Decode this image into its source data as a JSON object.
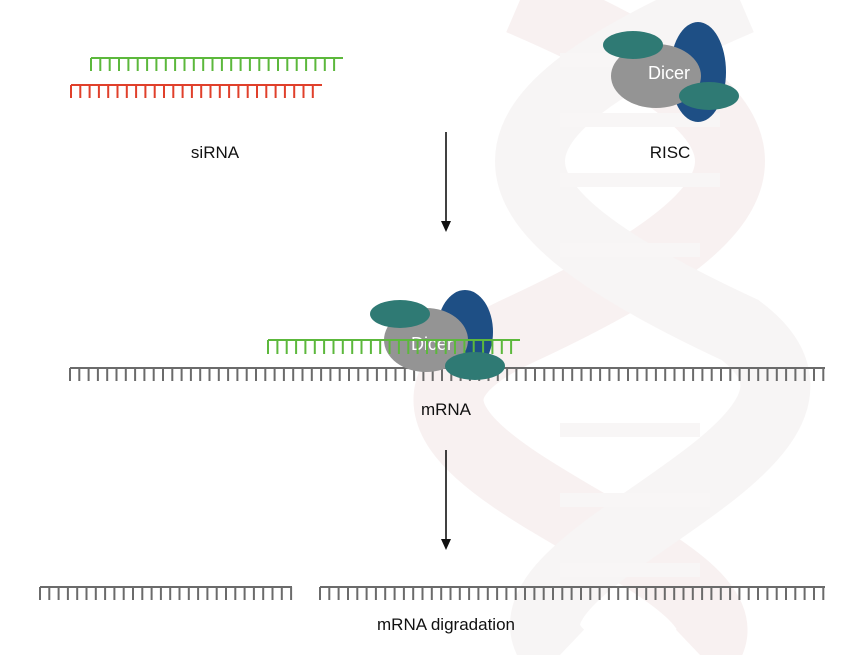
{
  "labels": {
    "sirna": "siRNA",
    "risc": "RISC",
    "mrna": "mRNA",
    "degradation": "mRNA digradation",
    "dicer_top": "Dicer",
    "dicer_mid": "Dicer"
  },
  "colors": {
    "sense_strand": "#5cb83c",
    "antisense_strand": "#e0402b",
    "mrna_strand": "#6b6b6b",
    "dicer_body": "#949494",
    "dicer_back": "#1e4f85",
    "dicer_subunit": "#2f7a74",
    "arrow": "#111111",
    "dicer_text": "#ffffff",
    "background_helix": "#f7ecec"
  }
}
